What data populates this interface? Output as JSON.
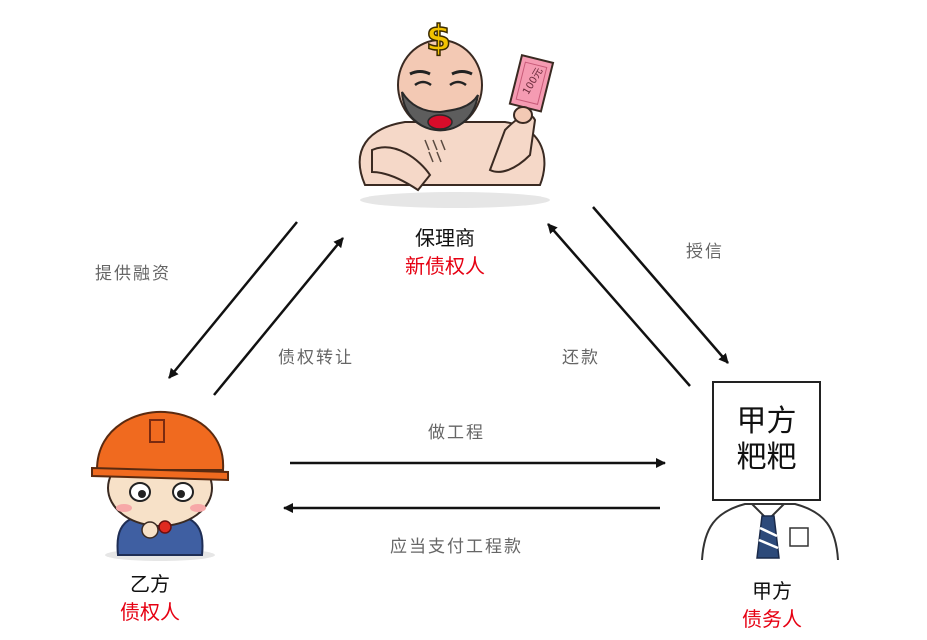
{
  "colors": {
    "role_highlight": "#e60012",
    "edge_label": "#666666",
    "arrow": "#111111"
  },
  "nodes": {
    "factor": {
      "name": "保理商",
      "role": "新债权人",
      "icon": "bald-man-with-dollar-sign-holding-100-note"
    },
    "contractor": {
      "name": "乙方",
      "role": "债权人",
      "icon": "worker-with-orange-hard-hat"
    },
    "client": {
      "name": "甲方",
      "role": "债务人",
      "box_line1": "甲方",
      "box_line2": "粑粑",
      "icon": "man-with-box-head-and-tie"
    }
  },
  "edges": {
    "factor_to_contractor": "提供融资",
    "contractor_to_factor": "债权转让",
    "factor_to_client": "授信",
    "client_to_factor": "还款",
    "contractor_to_client": "做工程",
    "client_to_contractor": "应当支付工程款"
  },
  "money_note_text": "100元"
}
